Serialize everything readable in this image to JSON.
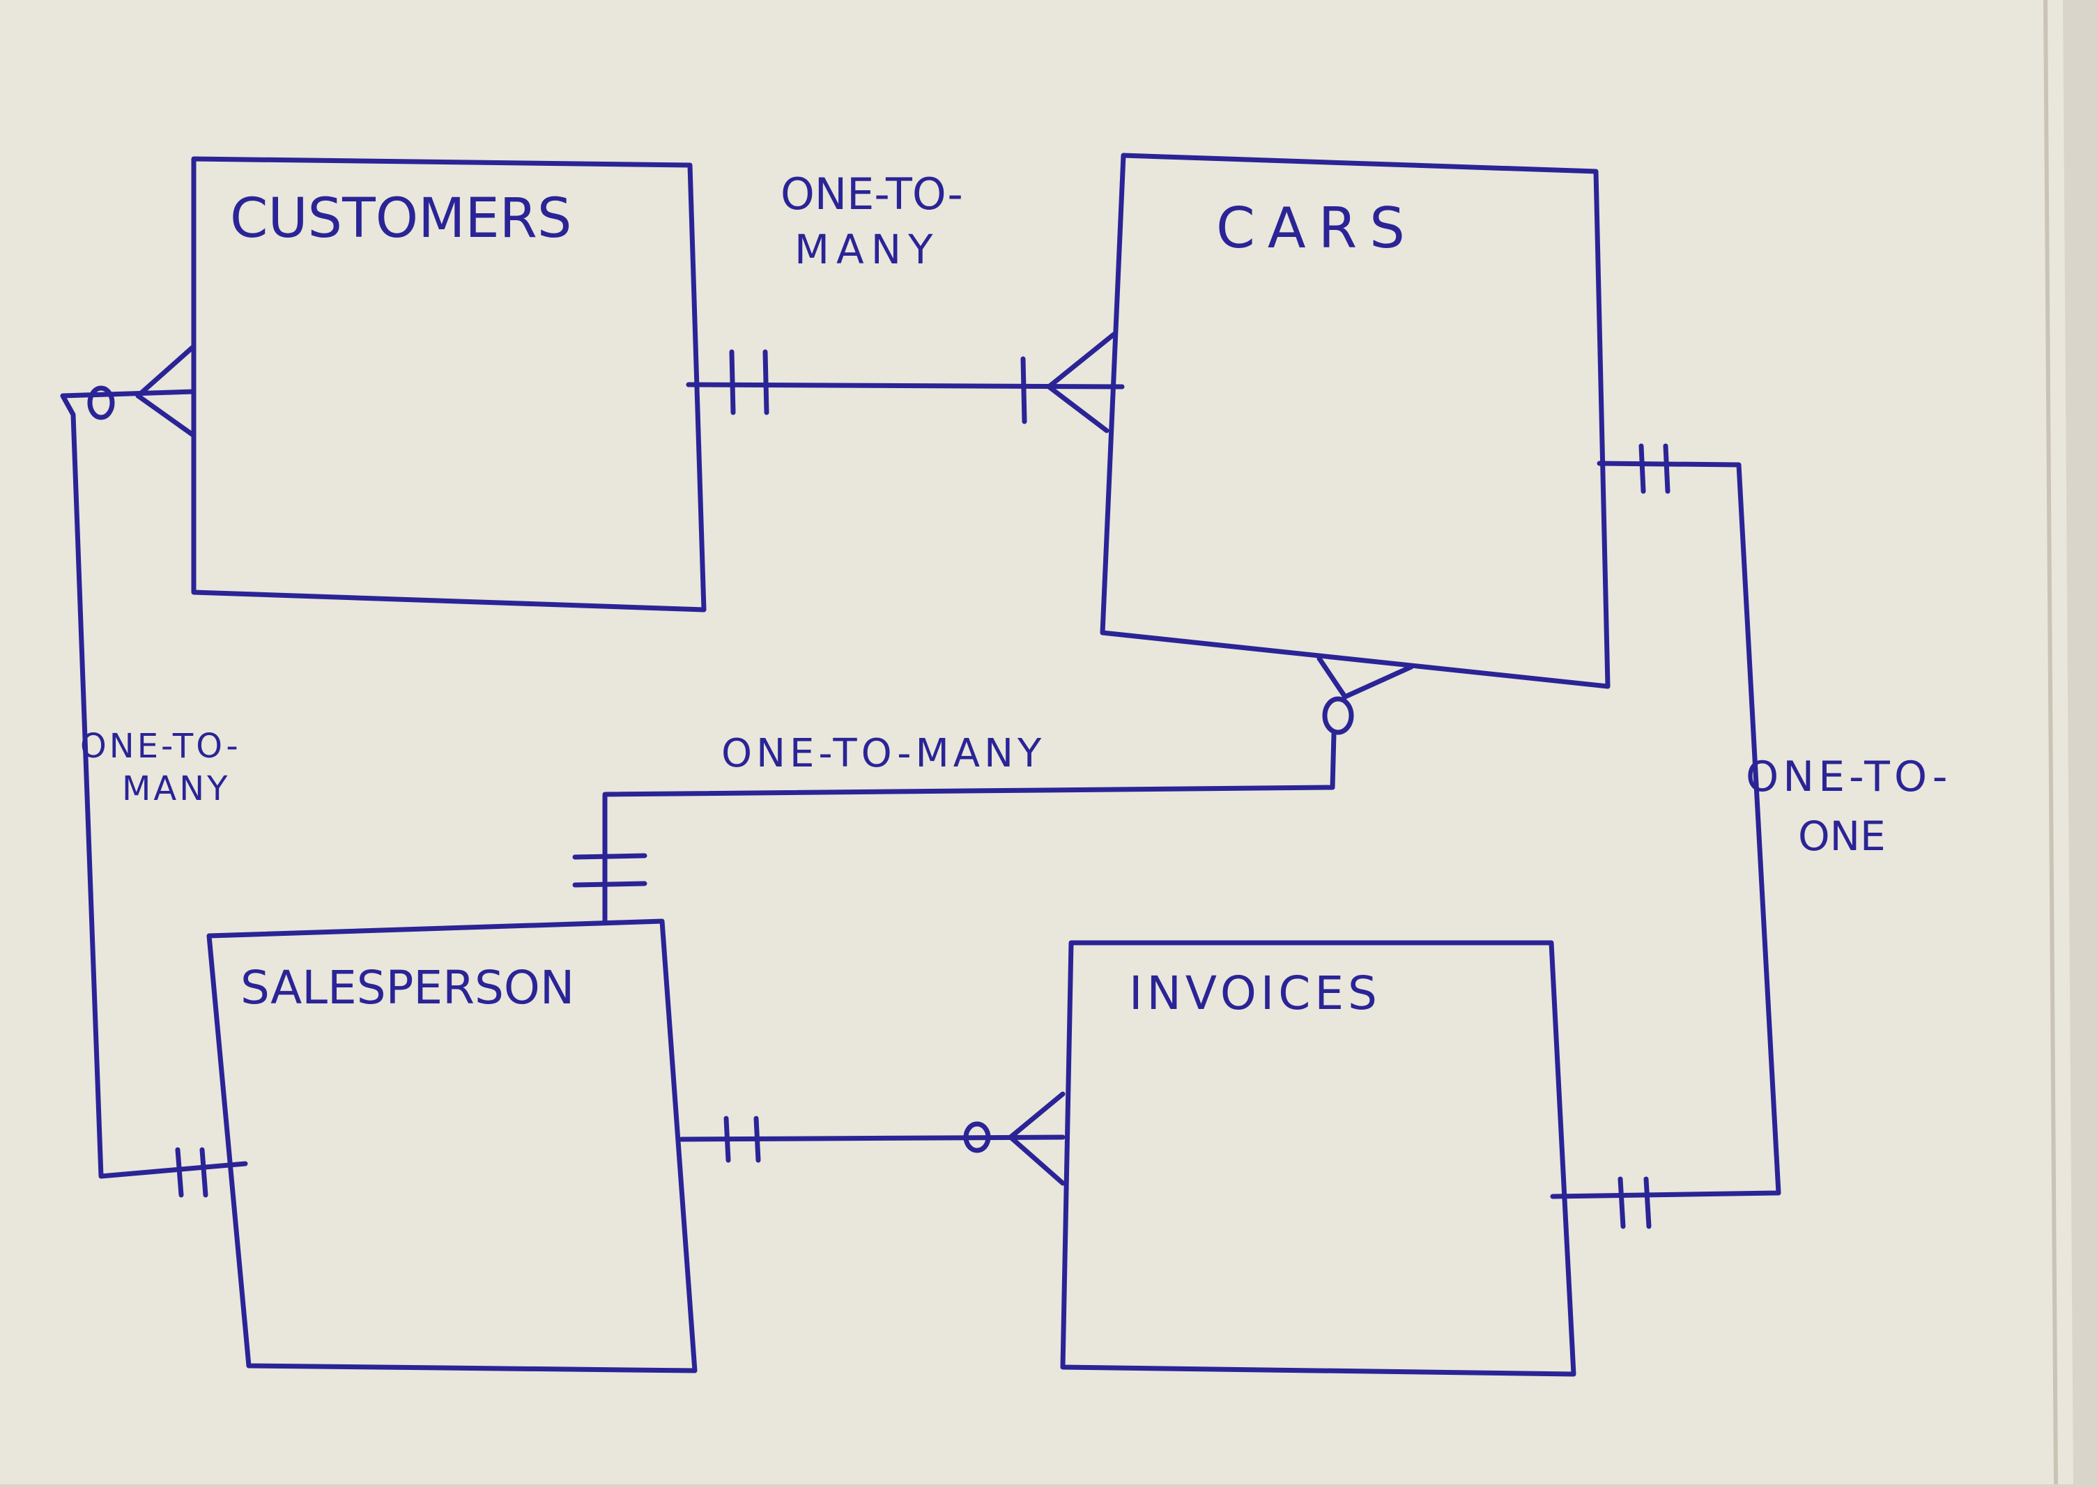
{
  "ink_color": "#2a2496",
  "paper_color": "#e9e6dc",
  "background_color": "#d9d5ca",
  "entities": [
    {
      "id": "customers",
      "label": "CUSTOMERS"
    },
    {
      "id": "cars",
      "label": "CARS"
    },
    {
      "id": "salesperson",
      "label": "SALESPERSON"
    },
    {
      "id": "invoices",
      "label": "INVOICES"
    }
  ],
  "relationships": [
    {
      "id": "customers-cars",
      "from": "customers",
      "to": "cars",
      "from_end": "one-and-only-one",
      "to_end": "one-or-many",
      "label_lines": [
        "ONE-TO-",
        "MANY"
      ]
    },
    {
      "id": "cars-invoices",
      "from": "cars",
      "to": "invoices",
      "from_end": "one-and-only-one",
      "to_end": "one-and-only-one",
      "label_lines": [
        "ONE-TO-",
        "ONE"
      ]
    },
    {
      "id": "salesperson-cars",
      "from": "salesperson",
      "to": "cars",
      "from_end": "one-and-only-one",
      "to_end": "zero-or-many",
      "label_lines": [
        "ONE-TO-MANY"
      ]
    },
    {
      "id": "salesperson-customers",
      "from": "salesperson",
      "to": "customers",
      "from_end": "one-and-only-one",
      "to_end": "zero-or-many",
      "label_lines": [
        "ONE-TO-",
        "MANY"
      ]
    },
    {
      "id": "salesperson-invoices",
      "from": "salesperson",
      "to": "invoices",
      "from_end": "one-and-only-one",
      "to_end": "zero-or-many",
      "label_lines": []
    }
  ]
}
